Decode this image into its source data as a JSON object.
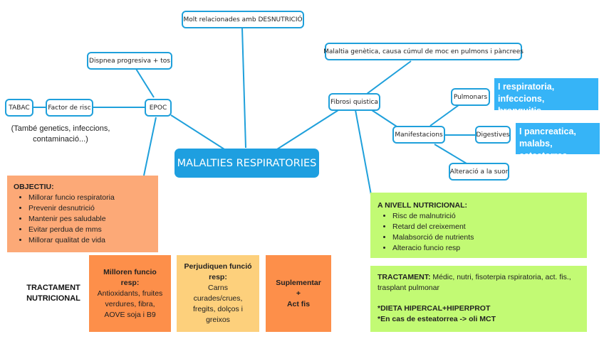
{
  "colors": {
    "link": "#1fa0db",
    "central_bg": "#1e9fe0",
    "info_blue": "#36b4f7",
    "objectiu_bg": "#fca977",
    "milloren_bg": "#fd8f4a",
    "perjudiquen_bg": "#fdd07c",
    "suplementar_bg": "#fd8f4a",
    "green_bg": "#c2fa74"
  },
  "central": {
    "label": "MALALTIES RESPIRATORIES"
  },
  "nodes": {
    "desnutricio": "Molt relacionades amb DESNUTRICIÓ",
    "dispnea": "Dispnea progresiva + tos",
    "epoc": "EPOC",
    "factor_risc": "Factor de risc",
    "tabac": "TABAC",
    "fibrosi": "Fibrosi quistica",
    "malaltia_genetica": "Malaltia genètica, causa cúmul de moc en pulmons i pàncrees",
    "manifestacions": "Manifestacions",
    "pulmonars": "Pulmonars",
    "digestives": "Digestives",
    "suor": "Alteració a la suor"
  },
  "notes": {
    "tambe_line1": "(També genetics, infeccions,",
    "tambe_line2": "contaminació...)"
  },
  "info_boxes": {
    "pulmonars_line1": "I respiratoria, infeccions,",
    "pulmonars_line2": "bronquitis",
    "digestives_line1": "I pancreatica,",
    "digestives_line2": "malabs, esteatorrea"
  },
  "objectiu": {
    "heading": "OBJECTIU:",
    "items": [
      "Millorar funcio respiratoria",
      "Prevenir desnutrició",
      "Mantenir pes saludable",
      "Evitar perdua de mms",
      "Millorar qualitat de vida"
    ]
  },
  "tractament_nutricional": {
    "label_line1": "TRACTAMENT",
    "label_line2": "NUTRICIONAL",
    "milloren": {
      "title_line1": "Milloren funcio",
      "title_line2": "resp:",
      "lines": [
        "Antioxidants, fruites",
        "verdures, fibra,",
        "AOVE soja i B9"
      ]
    },
    "perjudiquen": {
      "title_line1": "Perjudiquen funció",
      "title_line2": "resp:",
      "lines": [
        "Carns",
        "curades/crues,",
        "fregits, dolços i",
        "greixos"
      ]
    },
    "suplementar": {
      "lines": [
        "Suplementar",
        "+",
        "Act fis"
      ]
    }
  },
  "nivell_nutricional": {
    "heading": "A NIVELL NUTRICIONAL:",
    "items": [
      "Risc de malnutrició",
      "Retard del creixement",
      "Malabsorció de nutrients",
      "Alteracio funcio resp"
    ]
  },
  "tractament_fibrosi": {
    "heading": "TRACTAMENT:",
    "text_line1": " Médic, nutri, fisoterpia rspiratoria, act. fis.,",
    "text_line2": "trasplant pulmonar",
    "dieta": "*DIETA HIPERCAL+HIPERPROT",
    "esteatorrea": "*En cas de esteatorrea -> oli MCT"
  }
}
